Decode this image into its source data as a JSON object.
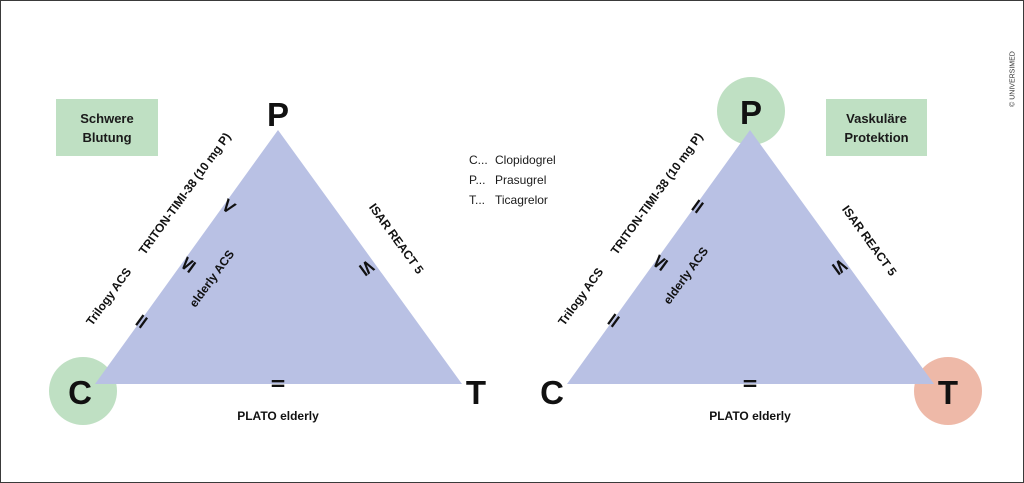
{
  "legend": [
    {
      "key": "C...",
      "value": "Clopidogrel"
    },
    {
      "key": "P...",
      "value": "Prasugrel"
    },
    {
      "key": "T...",
      "value": "Ticagrelor"
    }
  ],
  "copyright": "© UNIVERSIMED",
  "colors": {
    "triangle": "#b9c1e4",
    "highlight_green": "#bfe0c3",
    "highlight_red": "#eeb9a8"
  },
  "left_diagram": {
    "box_line1": "Schwere",
    "box_line2": "Blutung",
    "vertex_p": "P",
    "vertex_c": "C",
    "vertex_t": "T",
    "label_triton": "TRITON-TIMI-38 (10 mg P)",
    "label_trilogy": "Trilogy ACS",
    "label_elderly_acs": "elderly ACS",
    "label_isar": "ISAR REACT 5",
    "label_plato": "PLATO elderly",
    "sym_triton": "<",
    "sym_elderly_acs": "≤",
    "sym_trilogy": "=",
    "sym_isar": "≤",
    "sym_plato": "="
  },
  "right_diagram": {
    "box_line1": "Vaskuläre",
    "box_line2": "Protektion",
    "vertex_p": "P",
    "vertex_c": "C",
    "vertex_t": "T",
    "label_triton": "TRITON-TIMI-38 (10 mg P)",
    "label_trilogy": "Trilogy ACS",
    "label_elderly_acs": "elderly ACS",
    "label_isar": "ISAR REACT 5",
    "label_plato": "PLATO elderly",
    "sym_triton": "=",
    "sym_elderly_acs": "≤",
    "sym_trilogy": "=",
    "sym_isar": "≤",
    "sym_plato": "="
  }
}
